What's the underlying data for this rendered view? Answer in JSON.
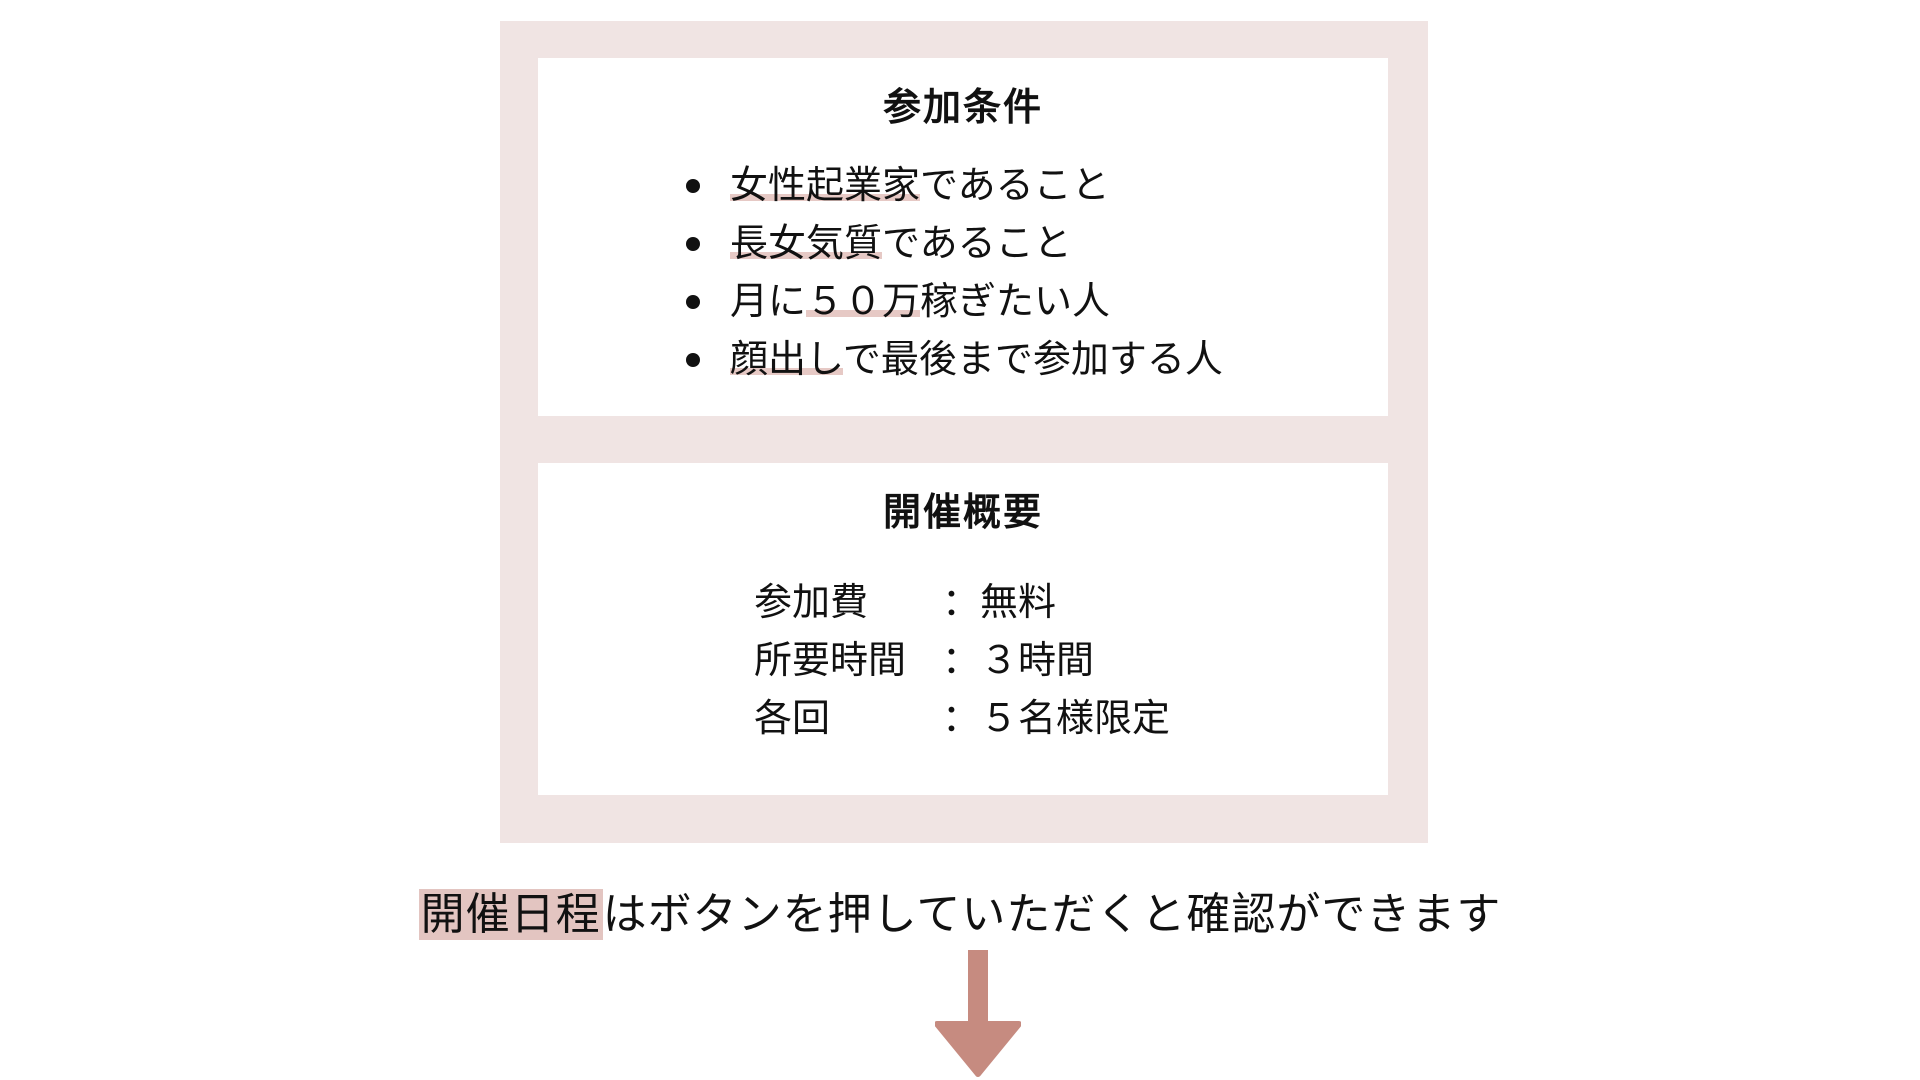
{
  "conditions": {
    "title": "参加条件",
    "items": [
      {
        "highlight": "女性起業家",
        "rest": "であること"
      },
      {
        "highlight": "長女気質",
        "rest": "であること"
      },
      {
        "prefix": "月に",
        "highlight": "５０万",
        "rest": "稼ぎたい人"
      },
      {
        "highlight": "顔出し",
        "rest": "で最後まで参加する人"
      }
    ]
  },
  "overview": {
    "title": "開催概要",
    "rows": [
      {
        "label": "参加費",
        "value": "：無料"
      },
      {
        "label": "所要時間",
        "value": "：３時間"
      },
      {
        "label": "各回",
        "value": "：５名様限定"
      }
    ]
  },
  "footer": {
    "highlight": "開催日程",
    "rest": "はボタンを押していただくと確認ができます"
  },
  "colors": {
    "panel": "#f0e4e3",
    "highlight": "#e3c5c1",
    "arrow": "#c68b80"
  },
  "icons": {
    "arrow": "arrow-down-icon"
  }
}
